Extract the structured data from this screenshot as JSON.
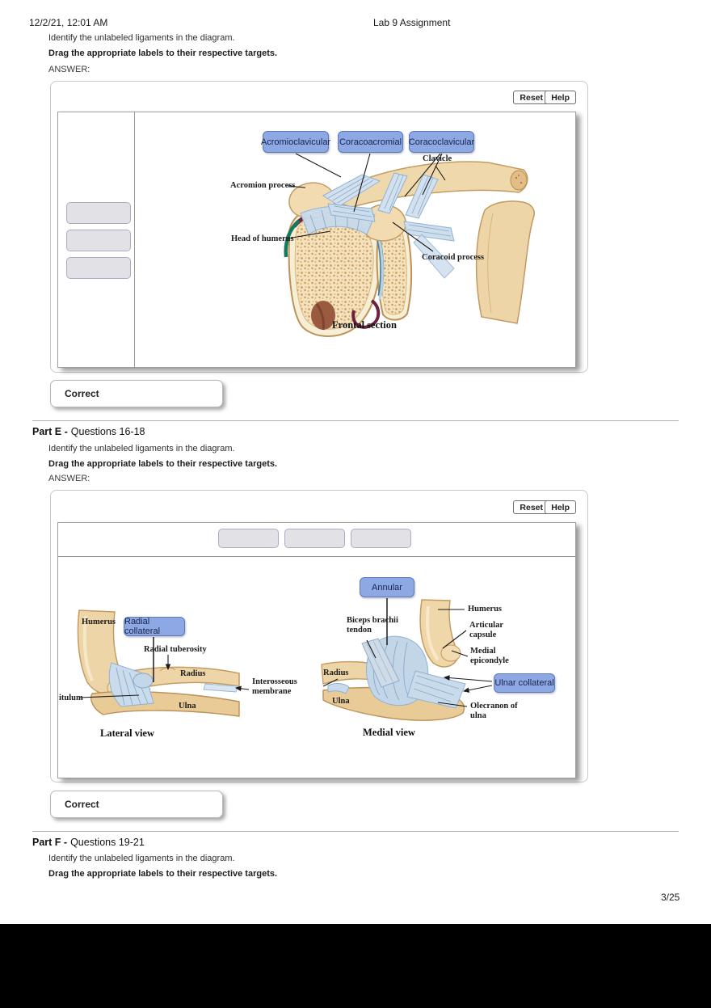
{
  "header": {
    "datetime": "12/2/21, 12:01 AM",
    "title": "Lab 9 Assignment"
  },
  "footer": {
    "page_number": "3/25"
  },
  "common": {
    "identify": "Identify the unlabeled ligaments in the diagram.",
    "drag": "Drag the appropriate labels to their respective targets.",
    "answer_label": "ANSWER:",
    "reset": "Reset",
    "help": "Help",
    "correct": "Correct"
  },
  "part_d": {
    "drag_labels": [
      "Acromioclavicular",
      "Coracoacromial",
      "Coracoclavicular"
    ],
    "anatomy_labels": {
      "clavicle": "Clavicle",
      "acromion_process": "Acromion process",
      "head_of_humerus": "Head of humerus",
      "coracoid_process": "Coracoid process"
    },
    "caption": "Frontal section"
  },
  "part_e": {
    "heading_bold": "Part E -",
    "heading_rest": "Questions 16-18",
    "drag_labels": [
      "Radial collateral",
      "Annular",
      "Ulnar collateral"
    ],
    "lateral": {
      "caption": "Lateral view",
      "labels": {
        "humerus": "Humerus",
        "radial_tuberosity": "Radial tuberosity",
        "radius": "Radius",
        "capitulum_truncated": "itulum",
        "ulna": "Ulna"
      }
    },
    "medial": {
      "caption": "Medial view",
      "labels": {
        "biceps_brachii_tendon": "Biceps brachii tendon",
        "humerus": "Humerus",
        "articular_capsule": "Articular capsule",
        "medial_epicondyle": "Medial epicondyle",
        "radius": "Radius",
        "ulna": "Ulna",
        "olecranon_of_ulna": "Olecranon of ulna"
      }
    },
    "interosseous_membrane": "Interosseous membrane"
  },
  "part_f": {
    "heading_bold": "Part F -",
    "heading_rest": "Questions 19-21"
  },
  "colors": {
    "drag_label_bg": "#8ea8e4",
    "drag_label_border": "#5a7ac6",
    "slot_bg": "#e2e2e6",
    "slot_border": "#a9aec6"
  }
}
